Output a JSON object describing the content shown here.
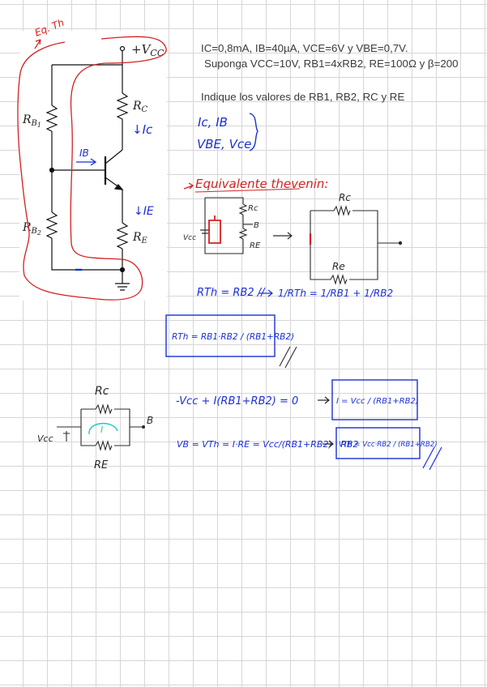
{
  "problem": {
    "line1": "IC=0,8mA, IB=40µA, VCE=6V y VBE=0,7V.",
    "line2": "Suponga VCC=10V, RB1=4xRB2, RE=100Ω y β=200",
    "line3": "Indique los valores de RB1, RB2, RC y RE"
  },
  "circuit": {
    "vcc": "+V",
    "vcc_sub": "CC",
    "rb1": "R",
    "rb1_sub": "B",
    "rb1_sub2": "1",
    "rb2": "R",
    "rb2_sub": "B",
    "rb2_sub2": "2",
    "rc": "R",
    "rc_sub": "C",
    "re": "R",
    "re_sub": "E"
  },
  "annotations": {
    "eq_th": "Eq. Th",
    "ic": "↓Ic",
    "ie": "↓IE",
    "ib": "IB",
    "unknowns_1": "Ic, IB",
    "unknowns_2": "VBE, Vce",
    "equiv_title": "Equivalente thevenin:",
    "small_rc": "Rc",
    "small_b": "B",
    "small_re": "RE",
    "small_vcc": "Vcc",
    "big_rc": "Rc",
    "big_re": "Re",
    "rth_eq_left": "RTh = RB2 //",
    "rth_inv": "1/RTh = 1/RB1 + 1/RB2",
    "rth_box": "RTh = RB1·RB2 / (RB1+RB2)",
    "loop_rc": "Rc",
    "loop_re": "RE",
    "loop_vcc": "Vcc",
    "loop_b": "B",
    "loop_i": "I",
    "kvl": "-Vcc + I(RB1+RB2) = 0",
    "i_box": "I = Vcc / (RB1+RB2)",
    "vb_eq": "VB = VTh = I·RE = Vcc/(RB1+RB2) · RB2",
    "vth_box": "VTh = Vcc·RB2 / (RB1+RB2)"
  },
  "colors": {
    "ink_blue": "#1b2fd6",
    "ink_red": "#d42020",
    "ink_cyan": "#1fc7c0",
    "ink_dark": "#2a2a2a",
    "grid": "#d6d6d6"
  }
}
